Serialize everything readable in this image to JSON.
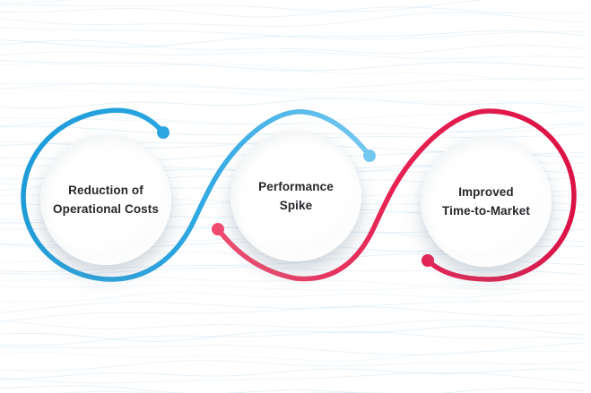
{
  "diagram": {
    "type": "flow-infographic",
    "nodes": [
      {
        "id": "reduction-of-operational-costs",
        "line1": "Reduction of",
        "line2": "Operational Costs"
      },
      {
        "id": "performance-spike",
        "line1": "Performance",
        "line2": "Spike"
      },
      {
        "id": "improved-time-to-market",
        "line1": "Improved",
        "line2": "Time-to-Market"
      }
    ]
  },
  "colors": {
    "background": "#FFFFFF",
    "wave_line": "#CBE2F2",
    "text": "#29262B",
    "blue_deep": "#1E9CD9",
    "blue_main": "#2AA5E1",
    "blue_light": "#74C8F0",
    "red_light": "#F24A6E",
    "red_main": "#E62253",
    "red_deep": "#DC1245"
  }
}
